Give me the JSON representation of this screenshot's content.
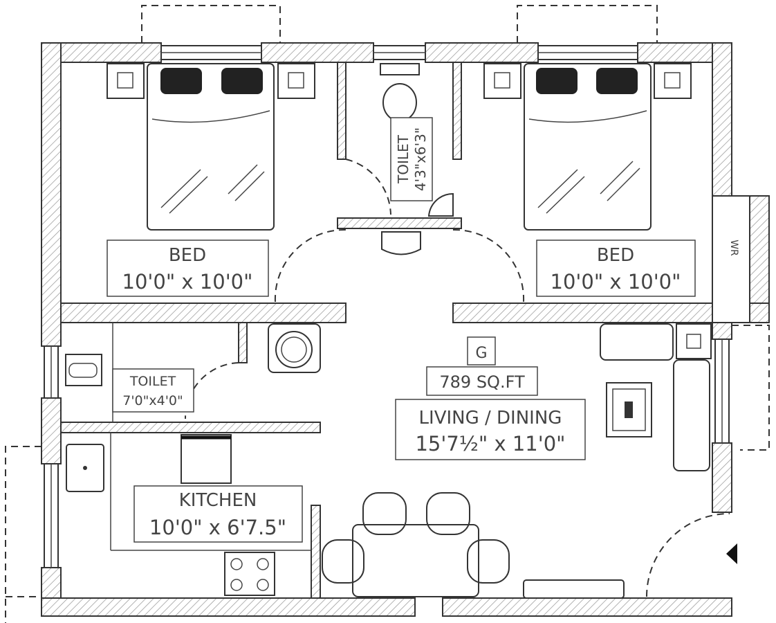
{
  "rooms": {
    "bed1": {
      "name": "BED",
      "size": "10'0\" x 10'0\""
    },
    "bed2": {
      "name": "BED",
      "size": "10'0\" x 10'0\""
    },
    "toilet1": {
      "name": "TOILET",
      "size": "4'3\"x6'3\""
    },
    "toilet2": {
      "name": "TOILET",
      "size": "7'0\"x4'0\""
    },
    "kitchen": {
      "name": "KITCHEN",
      "size": "10'0\" x 6'7.5\""
    },
    "living": {
      "name": "LIVING / DINING",
      "size": "15'7½\" x 11'0\""
    },
    "wardrobe": {
      "name": "WR"
    }
  },
  "floor": {
    "label": "G",
    "area": "789 SQ.FT"
  },
  "colors": {
    "line": "#333333",
    "background": "#ffffff"
  }
}
